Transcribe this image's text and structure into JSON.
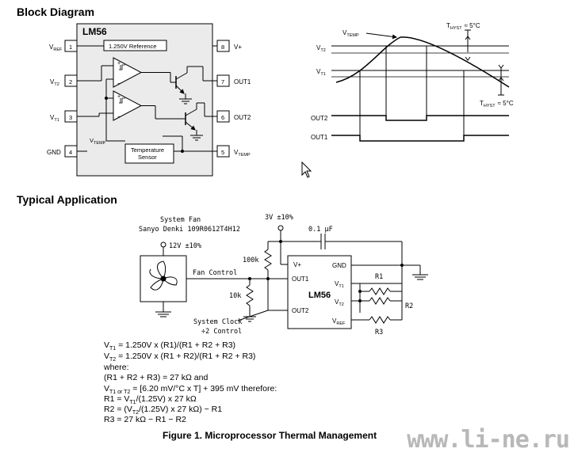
{
  "headings": {
    "block_diagram": "Block Diagram",
    "typical_application": "Typical Application"
  },
  "chip": {
    "name": "LM56",
    "reference": "1.250V Reference",
    "sensor_line1": "Temperature",
    "sensor_line2": "Sensor",
    "vtemp_internal": "V",
    "vtemp_internal_sub": "TEMP",
    "pins_left": [
      {
        "num": "1",
        "label": "V",
        "sub": "REF"
      },
      {
        "num": "2",
        "label": "V",
        "sub": "T2"
      },
      {
        "num": "3",
        "label": "V",
        "sub": "T1"
      },
      {
        "num": "4",
        "label": "GND",
        "sub": ""
      }
    ],
    "pins_right": [
      {
        "num": "8",
        "label": "V+",
        "sub": ""
      },
      {
        "num": "7",
        "label": "OUT1",
        "sub": ""
      },
      {
        "num": "6",
        "label": "OUT2",
        "sub": ""
      },
      {
        "num": "5",
        "label": "V",
        "sub": "TEMP"
      }
    ]
  },
  "timing": {
    "vtemp": "V",
    "vtemp_sub": "TEMP",
    "vt2": "V",
    "vt2_sub": "T2",
    "vt1": "V",
    "vt1_sub": "T1",
    "thyst_top": "T",
    "thyst_top_sub": "HYST",
    "thyst_top_value": "≈ 5°C",
    "thyst_bottom": "T",
    "thyst_bottom_sub": "HYST",
    "thyst_bottom_value": "≈ 5°C",
    "out2": "OUT2",
    "out1": "OUT1"
  },
  "application": {
    "fan_title": "System Fan",
    "fan_model": "Sanyo Denki 109R0612T4H12",
    "fan_supply": "12V ±10%",
    "fan_control": "Fan Control",
    "supply": "3V ±10%",
    "capacitor": "0.1 μF",
    "r_pullup": "100k",
    "r_pulldown": "10k",
    "clock_line1": "System Clock",
    "clock_line2": "÷2 Control",
    "ic_name": "LM56",
    "pin_vplus": "V+",
    "pin_gnd": "GND",
    "pin_out1": "OUT1",
    "pin_out2": "OUT2",
    "pin_vt1": "V",
    "pin_vt1_sub": "T1",
    "pin_vt2": "V",
    "pin_vt2_sub": "T2",
    "pin_vref": "V",
    "pin_vref_sub": "REF",
    "r1": "R1",
    "r2": "R2",
    "r3": "R3"
  },
  "formulas": {
    "l1_a": "V",
    "l1_sub": "T1",
    "l1_b": " = 1.250V x (R1)/(R1 + R2 + R3)",
    "l2_a": "V",
    "l2_sub": "T2",
    "l2_b": " = 1.250V x (R1 + R2)/(R1 + R2 + R3)",
    "l3": "where:",
    "l4": "(R1 + R2 + R3) = 27 kΩ and",
    "l5_a": "V",
    "l5_sub": "T1 or T2",
    "l5_b": " = [6.20 mV/°C x T] + 395 mV therefore:",
    "l6_a": "R1 = V",
    "l6_sub": "T1",
    "l6_b": "/(1.25V) x 27 kΩ",
    "l7_a": "R2 = (V",
    "l7_sub": "T2",
    "l7_b": "/(1.25V) x 27 kΩ) − R1",
    "l8": "R3 = 27 kΩ − R1 − R2"
  },
  "caption": "Figure 1.  Microprocessor Thermal Management",
  "watermark": "www.li-ne.ru"
}
